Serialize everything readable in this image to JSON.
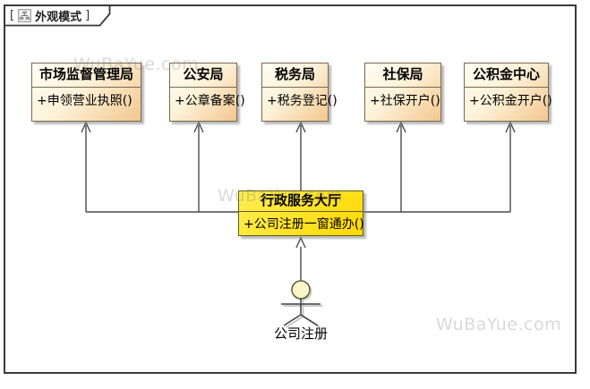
{
  "frame": {
    "bracket_left": "[",
    "bracket_right": "]",
    "title": "外观模式",
    "icon": "sitemap-icon"
  },
  "classes": [
    {
      "name": "市场监督管理局",
      "method": "+申领营业执照()"
    },
    {
      "name": "公安局",
      "method": "+公章备案()"
    },
    {
      "name": "税务局",
      "method": "+税务登记()"
    },
    {
      "name": "社保局",
      "method": "+社保开户()"
    },
    {
      "name": "公积金中心",
      "method": "+公积金开户()"
    }
  ],
  "facade": {
    "name": "行政服务大厅",
    "method": "+公司注册一窗通办()"
  },
  "actor": {
    "label": "公司注册"
  },
  "watermark": {
    "text": "WuBaYue.com"
  },
  "colors": {
    "frame_border": "#3a3a3a",
    "class_border": "#7a6853",
    "class_fill_top": "#fffdf2",
    "class_fill_bottom": "#f2c78e",
    "facade_fill": "#ffe42e",
    "facade_border": "#5f5f20",
    "connector": "#4a4a4a",
    "actor_head_fill": "#fcf5c8",
    "shadow": "#c4c4c4"
  }
}
